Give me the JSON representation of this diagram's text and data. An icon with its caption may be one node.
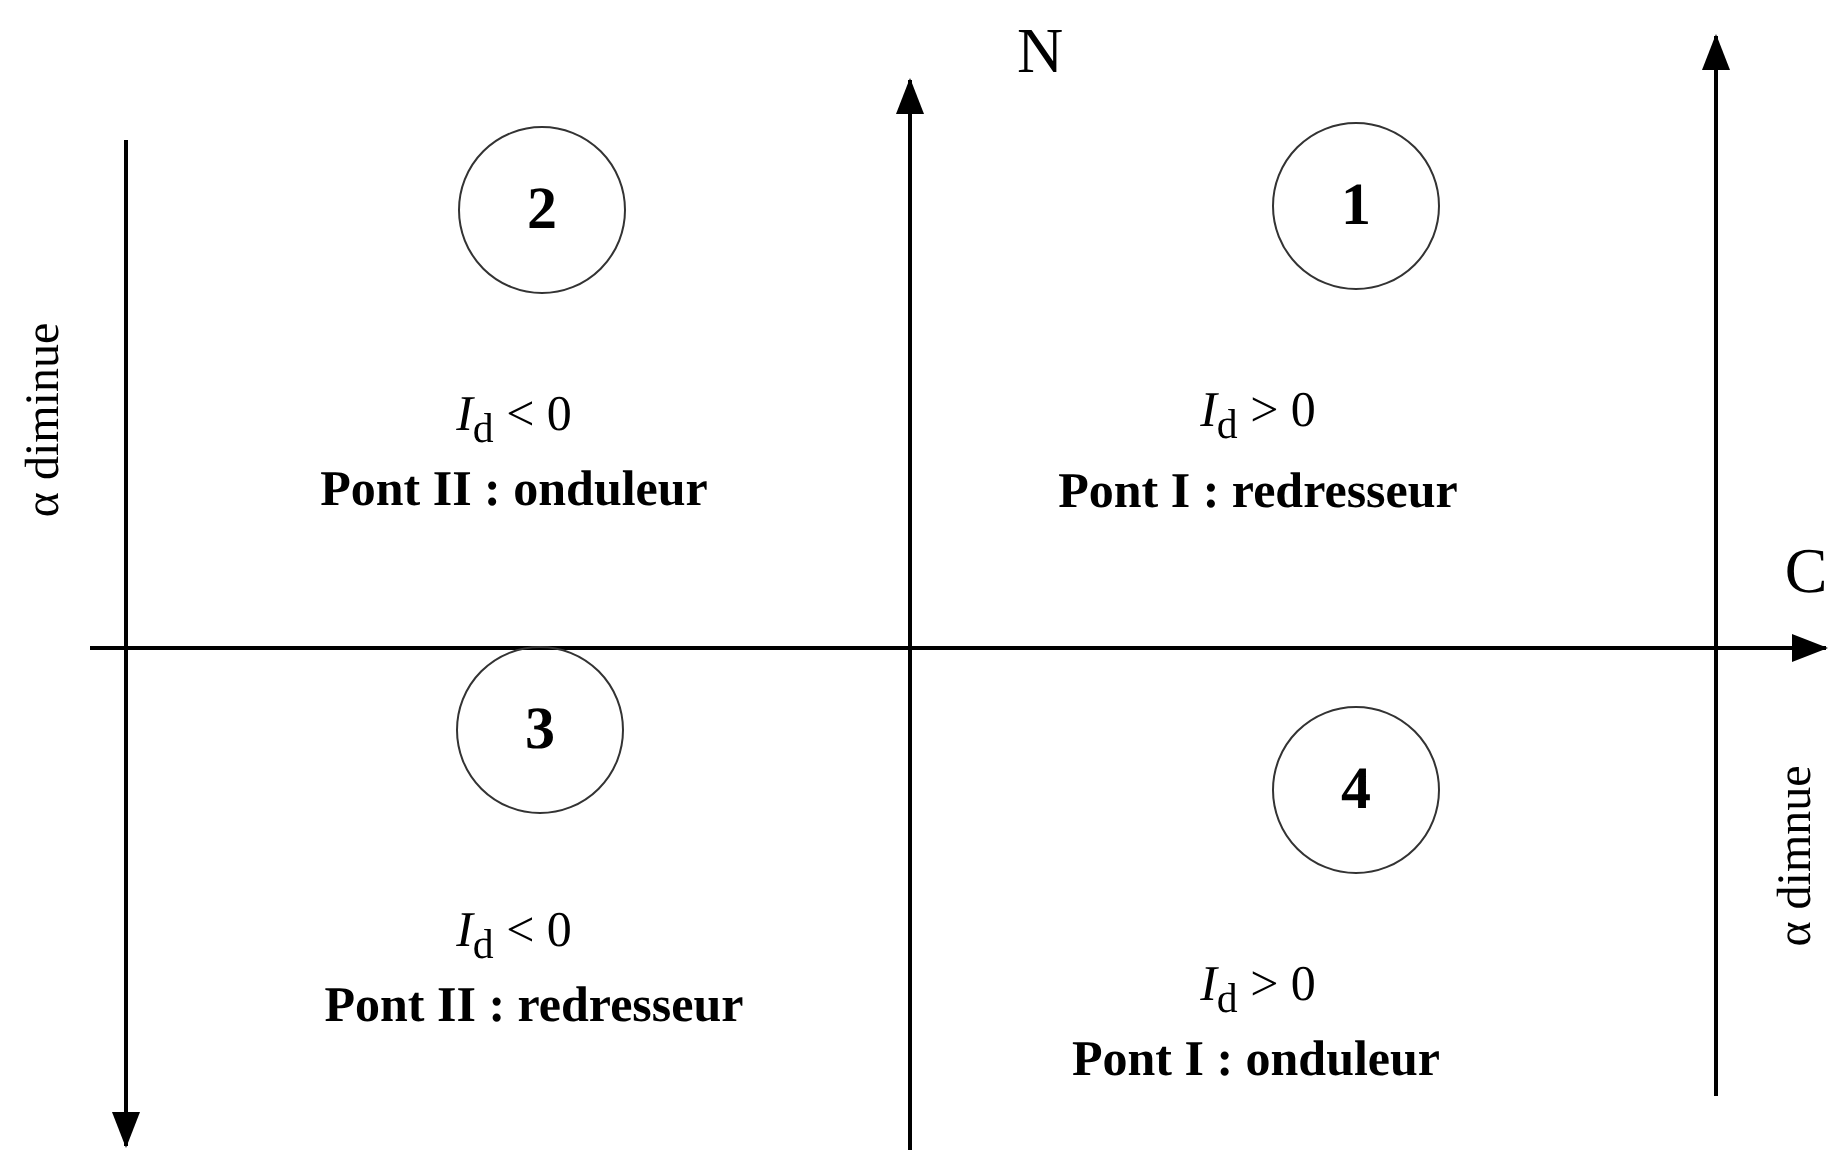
{
  "diagram": {
    "nodes": [
      {
        "text": [
          "2"
        ]
      },
      {
        "text": [
          "1"
        ]
      },
      {
        "text": [
          "3"
        ]
      },
      {
        "text": [
          "4"
        ]
      }
    ],
    "labels": [
      "N",
      "α diminue",
      "*I*$_{d}$ < 0",
      "Pont II : onduleur",
      "*I*$_{d}$ > 0",
      "Pont I : redresseur",
      "C",
      "*I*$_{d}$ < 0",
      "Pont II : redresseur",
      "*I*$_{d}$ > 0",
      "Pont I : onduleur",
      "α dimnue"
    ]
  }
}
